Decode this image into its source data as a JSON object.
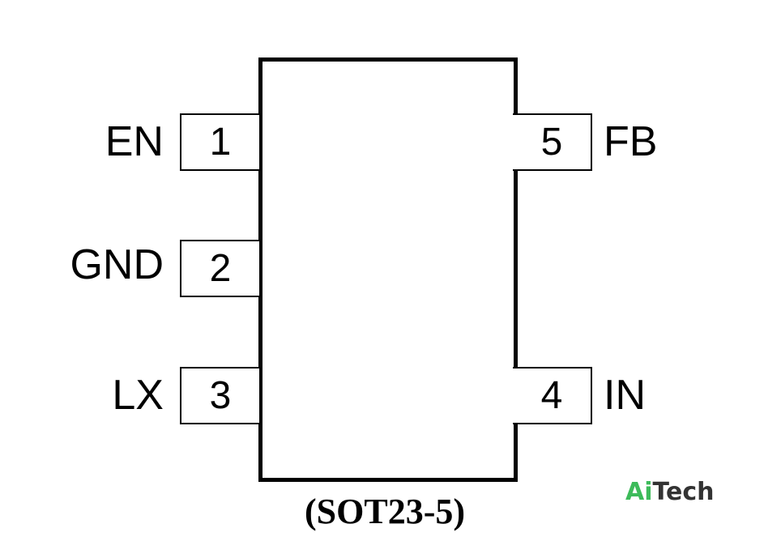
{
  "pins": {
    "p1": {
      "number": "1",
      "name": "EN"
    },
    "p2": {
      "number": "2",
      "name": "GND"
    },
    "p3": {
      "number": "3",
      "name": "LX"
    },
    "p4": {
      "number": "4",
      "name": "IN"
    },
    "p5": {
      "number": "5",
      "name": "FB"
    }
  },
  "package": "(SOT23-5)",
  "watermark": {
    "part1": "Ai",
    "part2": "Tech",
    "accent_color": "#3dbb5a",
    "text_color": "#333333"
  }
}
